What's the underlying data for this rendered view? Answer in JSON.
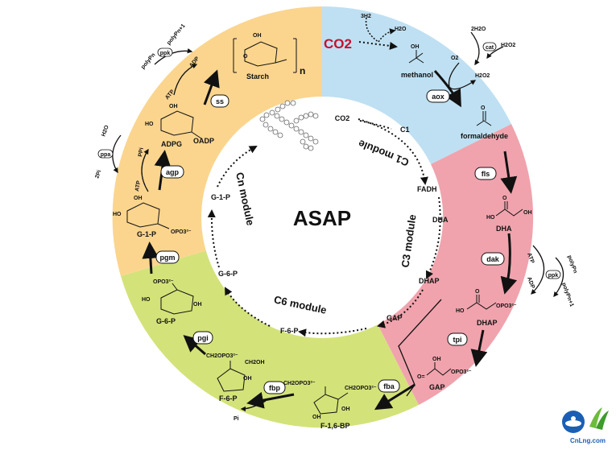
{
  "center_title": "ASAP",
  "sector_colors": {
    "c1": "#bfe0f2",
    "c3": "#f0a3ad",
    "c6": "#d4e27a",
    "cn": "#fbd58e"
  },
  "modules": {
    "c1": "C1 module",
    "c3": "C3 module",
    "c6": "C6 module",
    "cn": "Cn module"
  },
  "inner_nodes": {
    "co2": "CO2",
    "c1": "C1",
    "fadh": "FADH",
    "dha": "DHA",
    "dhap": "DHAP",
    "gap": "GAP",
    "f6p": "F-6-P",
    "g6p": "G-6-P",
    "g1p": "G-1-P"
  },
  "enzymes": {
    "aox": "aox",
    "fls": "fls",
    "dak": "dak",
    "tpi": "tpi",
    "fba": "fba",
    "fbp": "fbp",
    "pgi": "pgi",
    "pgm": "pgm",
    "agp": "agp",
    "ss": "ss",
    "cat": "cat",
    "ppk_left": "ppk",
    "ppk_right": "ppk",
    "ppa": "ppa"
  },
  "compounds": {
    "co2": "CO2",
    "h2_3": "3H2",
    "h2o_top": "H2O",
    "methanol": "methanol",
    "two_h2o": "2H2O",
    "h2o2": "H2O2",
    "o2": "O2",
    "h2o2_b": "H2O2",
    "formaldehyde": "formaldehyde",
    "dha": "DHA",
    "dhap": "DHAP",
    "gap": "GAP",
    "atp_r": "ATP",
    "adp_r": "ADP",
    "polyp_n_r": "polyPn",
    "polyp_n1_r": "polyPn+1",
    "f16bp": "F-1,6-BP",
    "f6p": "F-6-P",
    "pi": "Pi",
    "g6p": "G-6-P",
    "g1p": "G-1-P",
    "adpg": "ADPG",
    "oadp": "OADP",
    "starch": "Starch",
    "starch_n": "n",
    "atp_l": "ATP",
    "ppi": "PPi",
    "pi2": "2Pi",
    "h2o_l": "H2O",
    "adp_l": "ADP",
    "atp_l2": "ATP",
    "polyp_n_l": "polyPn",
    "polyp_n1_l": "polyPn+1"
  },
  "watermark": "CnLng.com"
}
